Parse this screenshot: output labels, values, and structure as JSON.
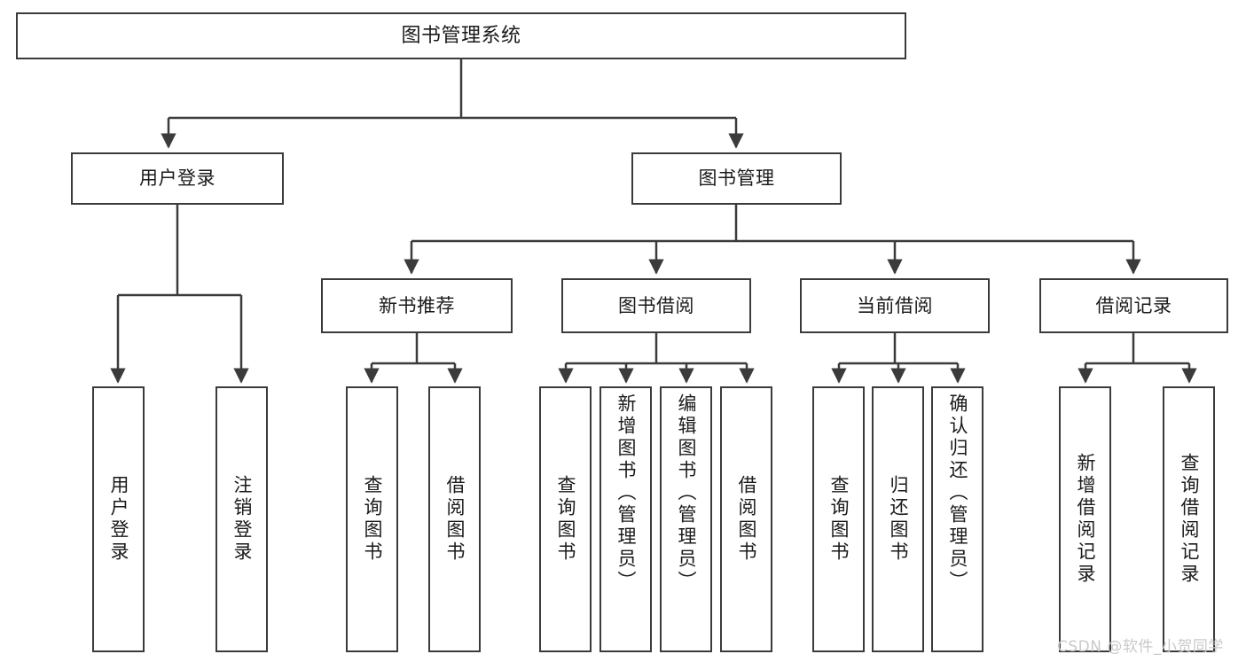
{
  "diagram": {
    "title": "图书管理系统",
    "type": "tree",
    "root": {
      "label": "图书管理系统"
    },
    "level2": [
      {
        "label": "用户登录"
      },
      {
        "label": "图书管理"
      }
    ],
    "level3": [
      {
        "label": "新书推荐"
      },
      {
        "label": "图书借阅"
      },
      {
        "label": "当前借阅"
      },
      {
        "label": "借阅记录"
      }
    ],
    "leaves": {
      "user_login": [
        {
          "label": "用户登录"
        },
        {
          "label": "注销登录"
        }
      ],
      "new_book_recommend": [
        {
          "label": "查询图书"
        },
        {
          "label": "借阅图书"
        }
      ],
      "book_borrow": [
        {
          "label": "查询图书"
        },
        {
          "label": "新增图书（管理员）"
        },
        {
          "label": "编辑图书（管理员）"
        },
        {
          "label": "借阅图书"
        }
      ],
      "current_borrow": [
        {
          "label": "查询图书"
        },
        {
          "label": "归还图书"
        },
        {
          "label": "确认归还（管理员）"
        }
      ],
      "borrow_record": [
        {
          "label": "新增借阅记录"
        },
        {
          "label": "查询借阅记录"
        }
      ]
    }
  },
  "watermark": {
    "text": "CSDN @软件_小贺同学"
  },
  "colors": {
    "stroke": "#3b3b3b",
    "box_fill": "#ffffff",
    "text": "#1a1a1a",
    "watermark": "#c9c9c9"
  }
}
